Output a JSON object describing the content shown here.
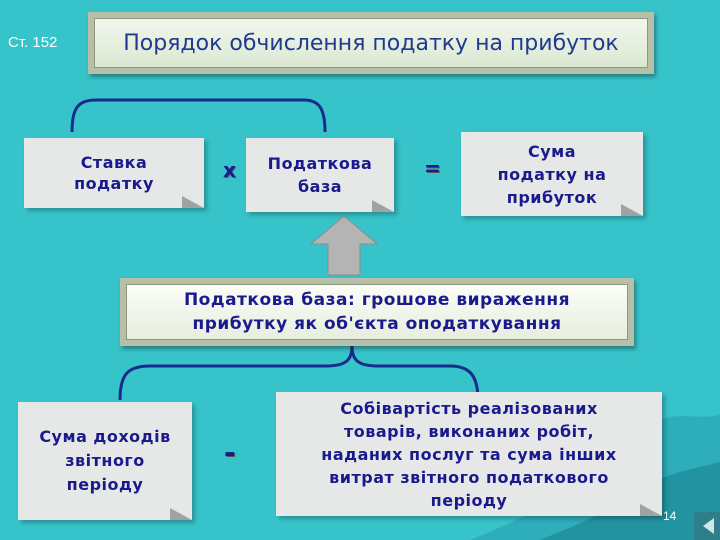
{
  "page_ref": "Ст. 152",
  "title": "Порядок обчислення податку на прибуток",
  "formula": {
    "left": "Ставка\nподатку",
    "op1": "х",
    "middle": "Податкова\nбаза",
    "op2": "=",
    "right": "Сума\nподатку на\nприбуток"
  },
  "definition": "Податкова база: грошове вираження\nприбутку як об'єкта оподаткування",
  "components": {
    "left": "Сума доходів\nзвітного\nперіоду",
    "op": "-",
    "right": "Собівартість реалізованих\nтоварів, виконаних робіт,\nнаданих послуг та сума інших\nвитрат звітного податкового\nперіоду"
  },
  "slide_number": "14",
  "colors": {
    "background": "#36c3c9",
    "text": "#1a1a8c",
    "bracket": "#1a2a8a",
    "arrow": "#b4b4b4"
  }
}
